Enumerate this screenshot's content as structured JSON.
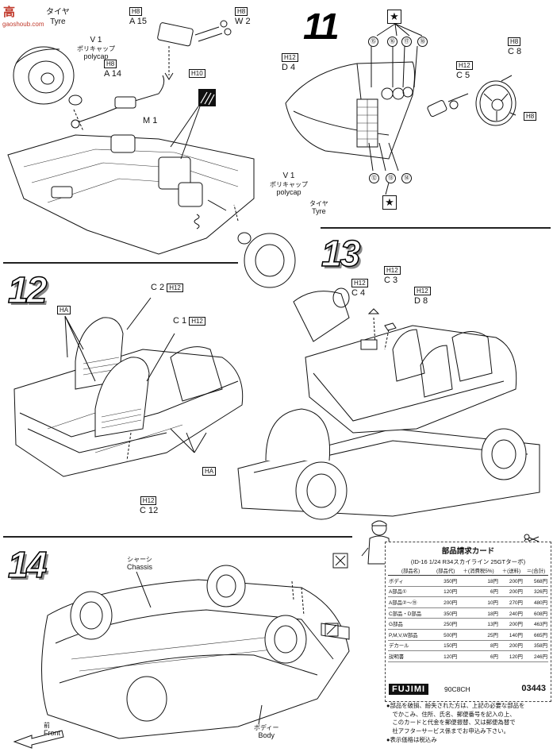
{
  "watermark": {
    "chars": "高",
    "text": "gaoshoub.com"
  },
  "steps": {
    "s11": "11",
    "s12": "12",
    "s13": "13",
    "s14": "14"
  },
  "step10": {
    "tyre_jp": "タイヤ",
    "tyre_en": "Tyre",
    "a15": "A 15",
    "h8a": "H",
    "h8a_num": "8",
    "w2": "W 2",
    "h8b": "H",
    "h8b_num": "8",
    "v1": "V 1",
    "v1_jp": "ポリキャップ",
    "v1_en": "polycap",
    "a14": "A 14",
    "h8c": "H",
    "h8c_num": "8",
    "h10": "H",
    "h10_num": "10",
    "m1": "M 1",
    "v1b": "V 1",
    "v1b_jp": "ポリキャップ",
    "v1b_en": "polycap",
    "tyre2_jp": "タイヤ",
    "tyre2_en": "Tyre"
  },
  "step11": {
    "d4": "D 4",
    "h12a": "H",
    "h12a_num": "12",
    "c5": "C 5",
    "h12b": "H",
    "h12b_num": "12",
    "c8": "C 8",
    "h8": "H",
    "h8_num": "8",
    "h8b": "H",
    "h8b_num": "8",
    "circled_top": [
      "⑮",
      "⑯",
      "⑰",
      "⑱"
    ],
    "circled_bottom": [
      "⑫",
      "⑬",
      "⑭"
    ],
    "star": "★"
  },
  "step12": {
    "c2": "C 2",
    "h12a": "H",
    "h12a_num": "12",
    "c1": "C 1",
    "h12b": "H",
    "h12b_num": "12",
    "ha": "H",
    "ha_letter": "A",
    "ha2": "H",
    "ha2_letter": "A",
    "h12c": "H",
    "h12c_num": "12",
    "c12": "C 12"
  },
  "step13": {
    "c4": "C 4",
    "h12a": "H",
    "h12a_num": "12",
    "c3": "C 3",
    "h12b": "H",
    "h12b_num": "12",
    "d8": "D 8",
    "h12c": "H",
    "h12c_num": "12"
  },
  "step14": {
    "chassis_jp": "シャーシ",
    "chassis_en": "Chassis",
    "front_jp": "前",
    "front_en": "Front",
    "body_jp": "ボディー",
    "body_en": "Body"
  },
  "card": {
    "title": "部品請求カード",
    "subtitle": "(ID-16 1/24  R34スカイライン 25GTターボ)",
    "headers": [
      "(部品名)",
      "(部品代)",
      "＋(消費税5%)",
      "＋(送料)",
      "＝(合計)"
    ],
    "rows": [
      [
        "ボディ",
        "350円",
        "18円",
        "200円",
        "568円"
      ],
      [
        "A部品①",
        "120円",
        "6円",
        "200円",
        "326円"
      ],
      [
        "A部品②〜⑲",
        "200円",
        "10円",
        "270円",
        "480円"
      ],
      [
        "C部品・D部品",
        "350円",
        "18円",
        "240円",
        "608円"
      ],
      [
        "G部品",
        "250円",
        "13円",
        "200円",
        "463円"
      ],
      [
        "P,M,V,W部品",
        "500円",
        "25円",
        "140円",
        "665円"
      ],
      [
        "デカール",
        "150円",
        "8円",
        "200円",
        "358円"
      ],
      [
        "説明書",
        "120円",
        "6円",
        "120円",
        "246円"
      ]
    ],
    "logo": "FUJIMI",
    "code_left": "90C8CH",
    "code_right": "03443"
  },
  "notes": [
    "●部品を破損、紛失された方は、上記の必要な部品を",
    "　でかこみ、住所、氏名、郵便番号を記入の上、",
    "　このカードと代金を郵便振替、又は郵便為替で",
    "　社アフターサービス係までお申込み下さい。",
    "●表示価格は税込み"
  ]
}
